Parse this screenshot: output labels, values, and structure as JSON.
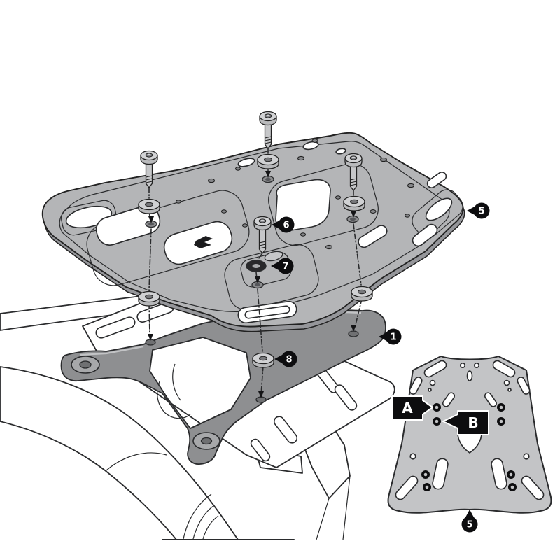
{
  "diagram": {
    "kind": "exploded-view installation diagram",
    "subject": "motorcycle rear luggage rack adapter kit",
    "background_color": "#ffffff",
    "outline_color": "#2a2b2d",
    "colors": {
      "top_plate": "#b4b5b7",
      "top_plate_edge": "#95969a",
      "adapter_plate": "#8e8f91",
      "inset_plate": "#c3c4c6",
      "hardware": "#d0d1d3",
      "callout_fill": "#0d0d0f",
      "callout_text": "#ffffff"
    },
    "callouts": {
      "c1": {
        "label": "1"
      },
      "c5_main": {
        "label": "5"
      },
      "c6": {
        "label": "6"
      },
      "c7": {
        "label": "7"
      },
      "c8": {
        "label": "8"
      },
      "c5_inset": {
        "label": "5"
      }
    },
    "inset": {
      "label_a": "A",
      "label_b": "B"
    }
  }
}
